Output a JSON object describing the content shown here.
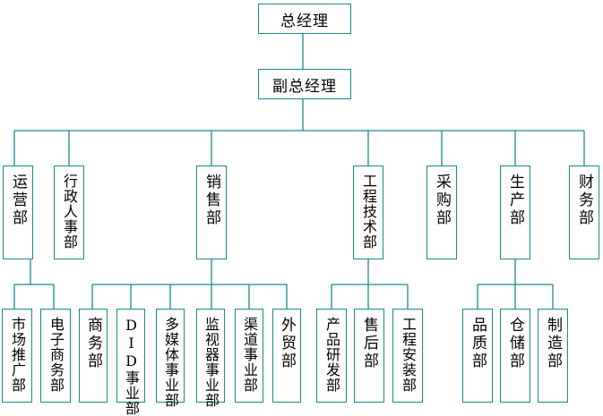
{
  "org": {
    "top": "总经理",
    "deputy": "副总经理",
    "depts": [
      "运营部",
      "行政人事部",
      "销售部",
      "工程技术部",
      "采购部",
      "生产部",
      "财务部"
    ],
    "operations_subs": [
      "市场推广部",
      "电子商务部"
    ],
    "sales_subs": [
      "商务部",
      "DID事业部",
      "多媒体事业部",
      "监视器事业部",
      "渠道事业部",
      "外贸部"
    ],
    "engineering_subs": [
      "产品研发部",
      "售后部",
      "工程安装部"
    ],
    "production_subs": [
      "品质部",
      "仓储部",
      "制造部"
    ]
  },
  "colors": {
    "line": "#1a8a8a",
    "box_border": "#1a8a8a",
    "background": "#ffffff"
  }
}
